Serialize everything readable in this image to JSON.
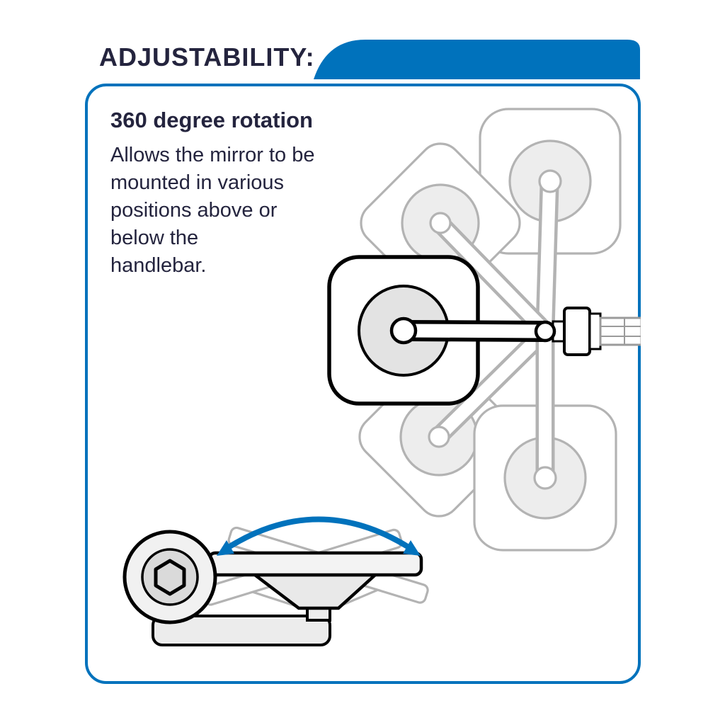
{
  "header": {
    "title": "ADJUSTABILITY:"
  },
  "card": {
    "heading": "360 degree rotation",
    "lines": [
      "Allows the mirror to be",
      "mounted in various",
      "positions above or",
      "below the",
      "handlebar."
    ]
  },
  "icons": {
    "tilt_arrow": "curved-double-headed-arrow"
  },
  "theme": {
    "accent": "#0072bc",
    "ink": "#24243e",
    "ghost": "#b3b3b3",
    "ghost_fill": "#ededed",
    "panel": "#ffffff"
  }
}
